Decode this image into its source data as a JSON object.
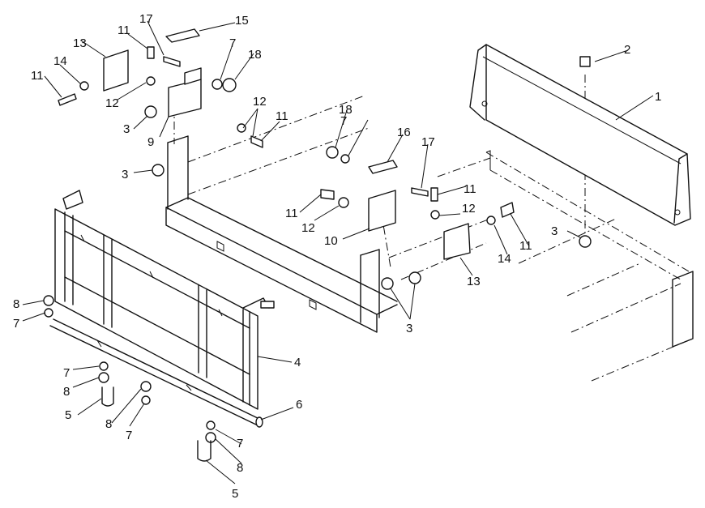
{
  "callouts": [
    {
      "id": "c1",
      "text": "1"
    },
    {
      "id": "c2",
      "text": "2"
    },
    {
      "id": "c3a",
      "text": "3"
    },
    {
      "id": "c3b",
      "text": "3"
    },
    {
      "id": "c3c",
      "text": "3"
    },
    {
      "id": "c3d",
      "text": "3"
    },
    {
      "id": "c4",
      "text": "4"
    },
    {
      "id": "c5a",
      "text": "5"
    },
    {
      "id": "c5b",
      "text": "5"
    },
    {
      "id": "c6",
      "text": "6"
    },
    {
      "id": "c7a",
      "text": "7"
    },
    {
      "id": "c7b",
      "text": "7"
    },
    {
      "id": "c7c",
      "text": "7"
    },
    {
      "id": "c7d",
      "text": "7"
    },
    {
      "id": "c7e",
      "text": "7"
    },
    {
      "id": "c7f",
      "text": "7"
    },
    {
      "id": "c8a",
      "text": "8"
    },
    {
      "id": "c8b",
      "text": "8"
    },
    {
      "id": "c8c",
      "text": "8"
    },
    {
      "id": "c8d",
      "text": "8"
    },
    {
      "id": "c9",
      "text": "9"
    },
    {
      "id": "c10",
      "text": "10"
    },
    {
      "id": "c11a",
      "text": "11"
    },
    {
      "id": "c11b",
      "text": "11"
    },
    {
      "id": "c11c",
      "text": "11"
    },
    {
      "id": "c11d",
      "text": "11"
    },
    {
      "id": "c11e",
      "text": "11"
    },
    {
      "id": "c11f",
      "text": "11"
    },
    {
      "id": "c12a",
      "text": "12"
    },
    {
      "id": "c12b",
      "text": "12"
    },
    {
      "id": "c12c",
      "text": "12"
    },
    {
      "id": "c12d",
      "text": "12"
    },
    {
      "id": "c13a",
      "text": "13"
    },
    {
      "id": "c13b",
      "text": "13"
    },
    {
      "id": "c14a",
      "text": "14"
    },
    {
      "id": "c14b",
      "text": "14"
    },
    {
      "id": "c15",
      "text": "15"
    },
    {
      "id": "c16",
      "text": "16"
    },
    {
      "id": "c17a",
      "text": "17"
    },
    {
      "id": "c17b",
      "text": "17"
    },
    {
      "id": "c18a",
      "text": "18"
    },
    {
      "id": "c18b",
      "text": "18"
    }
  ]
}
